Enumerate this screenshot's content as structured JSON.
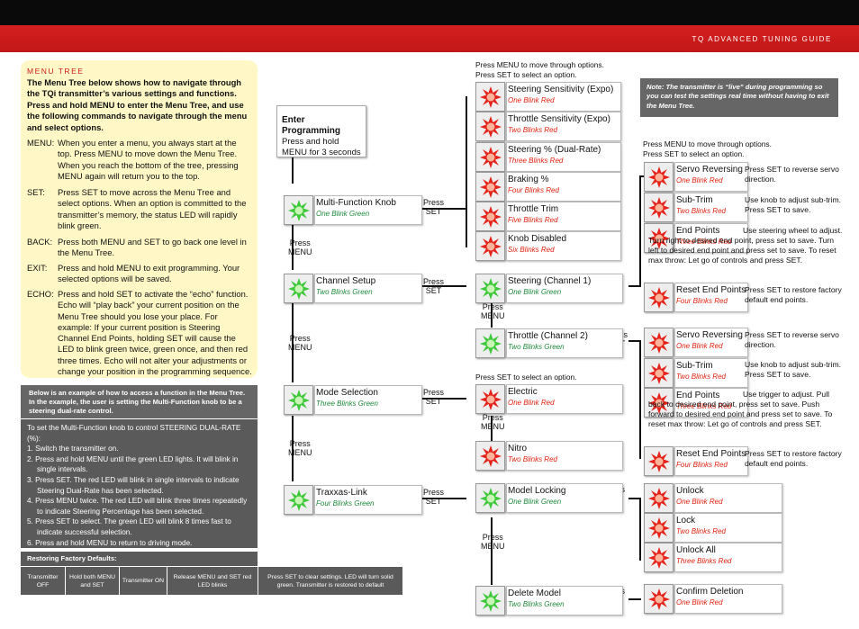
{
  "header": {
    "title": "TQ ADVANCED TUNING GUIDE"
  },
  "intro": {
    "heading": "MENU TREE",
    "lead": "The Menu Tree below shows how to navigate through the TQi transmitter’s various settings and functions. Press and hold MENU to enter the Menu Tree, and use the following commands to navigate through the menu and select options.",
    "terms": [
      {
        "term": "MENU:",
        "desc": "When you enter a menu, you always start at the top. Press MENU to move down the Menu Tree. When you reach the bottom of the tree, pressing MENU again will return you to the top."
      },
      {
        "term": "SET:",
        "desc": "Press SET to move across the Menu Tree and select options. When an option is committed to the transmitter’s memory, the status LED will rapidly blink green."
      },
      {
        "term": "BACK:",
        "desc": "Press both MENU and SET to go back one level in the Menu Tree."
      },
      {
        "term": "EXIT:",
        "desc": "Press and hold MENU to exit programming. Your selected options will be saved."
      },
      {
        "term": "ECHO:",
        "desc": "Press and hold SET to activate the “echo” function. Echo will “play back” your current position on the Menu Tree should you lose your place. For example: If your current position is Steering Channel End Points, holding SET will cause the LED to blink green twice, green once, and then red three times. Echo will not alter your adjustments or change your position in the programming sequence."
      }
    ]
  },
  "example": {
    "header": "Below is an example of how to access a function in the Menu Tree. In the example, the user is setting the Multi-Function knob to be a steering dual-rate control.",
    "title": "To set the Multi-Function knob to control STEERING DUAL-RATE (%):",
    "steps": [
      "1. Switch the transmitter on.",
      "2. Press and hold MENU until the green LED lights. It will blink in single intervals.",
      "3. Press SET. The red LED will blink in single intervals to indicate Steering Dual-Rate has been selected.",
      "4. Press MENU twice. The red LED will blink three times repeatedly to indicate Steering Percentage has been selected.",
      "5. Press SET to select.  The green LED will blink 8 times fast to indicate successful selection.",
      "6. Press and hold MENU to return to driving mode."
    ]
  },
  "factory": {
    "label": "Restoring Factory Defaults:",
    "cells": [
      "Transmitter OFF",
      "Hold both MENU and SET",
      "Transmitter ON",
      "Release MENU and SET red LED blinks",
      "Press SET to clear settings. LED will turn solid green. Transmitter is restored to default"
    ]
  },
  "enter": {
    "title": "Enter Programming",
    "text": "Press and hold MENU for 3 seconds"
  },
  "live_note": "Note: The transmitter is “live” during programming so you can test the settings real time without having to exit the Menu Tree.",
  "labels": {
    "press_set": [
      "Press",
      "SET"
    ],
    "press_menu": [
      "Press",
      "MENU"
    ]
  },
  "notes": {
    "top": [
      "Press MENU to move through options.",
      "Press SET to select an option."
    ],
    "servo": [
      "Press MENU to move through options.",
      "Press SET to select an option."
    ],
    "electric": "Press SET to select an option."
  },
  "menu": {
    "main": [
      {
        "title": "Multi-Function Knob",
        "blink": "One Blink Green"
      },
      {
        "title": "Channel Setup",
        "blink": "Two Blinks Green"
      },
      {
        "title": "Mode Selection",
        "blink": "Three Blinks Green"
      },
      {
        "title": "Traxxas-Link",
        "blink": "Four Blinks Green"
      }
    ],
    "knob_options": [
      {
        "title": "Steering Sensitivity (Expo)",
        "blink": "One Blink Red"
      },
      {
        "title": "Throttle Sensitivity (Expo)",
        "blink": "Two Blinks Red"
      },
      {
        "title": "Steering % (Dual-Rate)",
        "blink": "Three Blinks Red"
      },
      {
        "title": "Braking %",
        "blink": "Four Blinks Red"
      },
      {
        "title": "Throttle Trim",
        "blink": "Five Blinks Red"
      },
      {
        "title": "Knob Disabled",
        "blink": "Six Blinks Red"
      }
    ],
    "channels": [
      {
        "title": "Steering (Channel 1)",
        "blink": "One Blink Green"
      },
      {
        "title": "Throttle (Channel 2)",
        "blink": "Two Blinks Green"
      }
    ],
    "modes": [
      {
        "title": "Electric",
        "blink": "One Blink Red"
      },
      {
        "title": "Nitro",
        "blink": "Two Blinks Red"
      }
    ],
    "link": [
      {
        "title": "Model Locking",
        "blink": "One Blink Green"
      },
      {
        "title": "Delete Model",
        "blink": "Two Blinks Green"
      }
    ],
    "steering_options": [
      {
        "title": "Servo Reversing",
        "blink": "One Blink Red",
        "desc": "Press SET to reverse servo direction."
      },
      {
        "title": "Sub-Trim",
        "blink": "Two Blinks Red",
        "desc": "Use knob to adjust sub-trim. Press SET to save."
      },
      {
        "title": "End Points",
        "blink": "Three Blinks Red",
        "desc": "Use steering wheel to adjust. Turn right to desired end point, press set to save. Turn left to desired end point and press set to save. To reset max throw: Let go of controls and press SET."
      },
      {
        "title": "Reset End Points",
        "blink": "Four Blinks Red",
        "desc": "Press SET to restore factory default end points."
      }
    ],
    "throttle_options": [
      {
        "title": "Servo Reversing",
        "blink": "One Blink Red",
        "desc": "Press SET to reverse servo direction."
      },
      {
        "title": "Sub-Trim",
        "blink": "Two Blinks Red",
        "desc": "Use knob to adjust sub-trim. Press SET to save."
      },
      {
        "title": "End Points",
        "blink": "Three Blinks Red",
        "desc": "Use trigger to adjust. Pull back to desired end point, press set to save. Push forward to desired end point and press set to save. To reset max throw: Let go of controls and press SET."
      },
      {
        "title": "Reset End Points",
        "blink": "Four Blinks Red",
        "desc": "Press SET to restore factory default end points."
      }
    ],
    "lock_options": [
      {
        "title": "Unlock",
        "blink": "One Blink Red"
      },
      {
        "title": "Lock",
        "blink": "Two Blinks Red"
      },
      {
        "title": "Unlock All",
        "blink": "Three Blinks Red"
      }
    ],
    "delete_options": [
      {
        "title": "Confirm Deletion",
        "blink": "One Blink Red"
      }
    ]
  }
}
